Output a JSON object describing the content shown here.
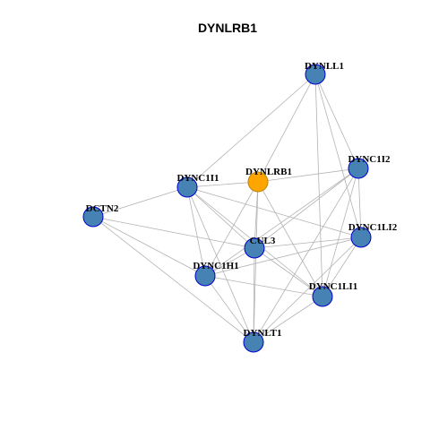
{
  "title": "DYNLRB1",
  "colors": {
    "node_fill": "#4682b4",
    "node_stroke": "#0000cd",
    "highlight_fill": "#ffa500",
    "highlight_stroke": "#b8860b",
    "edge": "#b3b3b3"
  },
  "nodes": [
    {
      "id": "DYNLL1",
      "label": "DYNLL1",
      "highlight": false
    },
    {
      "id": "DYNC1I2",
      "label": "DYNC1I2",
      "highlight": false
    },
    {
      "id": "DYNLRB1",
      "label": "DYNLRB1",
      "highlight": true
    },
    {
      "id": "DYNC1I1",
      "label": "DYNC1I1",
      "highlight": false
    },
    {
      "id": "DCTN2",
      "label": "DCTN2",
      "highlight": false
    },
    {
      "id": "DYNC1LI2",
      "label": "DYNC1LI2",
      "highlight": false
    },
    {
      "id": "CUL3",
      "label": "CUL3",
      "highlight": false
    },
    {
      "id": "DYNC1H1",
      "label": "DYNC1H1",
      "highlight": false
    },
    {
      "id": "DYNC1LI1",
      "label": "DYNC1LI1",
      "highlight": false
    },
    {
      "id": "DYNLT1",
      "label": "DYNLT1",
      "highlight": false
    }
  ],
  "edges": [
    [
      "DYNLL1",
      "DYNC1I1"
    ],
    [
      "DYNLL1",
      "DYNLRB1"
    ],
    [
      "DYNLL1",
      "DYNC1I2"
    ],
    [
      "DYNLL1",
      "DYNC1LI2"
    ],
    [
      "DYNLL1",
      "DYNC1LI1"
    ],
    [
      "DYNC1I2",
      "DYNLRB1"
    ],
    [
      "DYNC1I2",
      "DYNC1LI2"
    ],
    [
      "DYNC1I2",
      "CUL3"
    ],
    [
      "DYNC1I2",
      "DYNC1H1"
    ],
    [
      "DYNC1I2",
      "DYNC1LI1"
    ],
    [
      "DYNC1I2",
      "DYNLT1"
    ],
    [
      "DYNC1I1",
      "DYNLRB1"
    ],
    [
      "DYNC1I1",
      "DCTN2"
    ],
    [
      "DYNC1I1",
      "CUL3"
    ],
    [
      "DYNC1I1",
      "DYNC1H1"
    ],
    [
      "DYNC1I1",
      "DYNC1LI1"
    ],
    [
      "DYNC1I1",
      "DYNLT1"
    ],
    [
      "DYNC1I1",
      "DYNC1LI2"
    ],
    [
      "DCTN2",
      "DYNC1H1"
    ],
    [
      "DCTN2",
      "CUL3"
    ],
    [
      "DCTN2",
      "DYNLT1"
    ],
    [
      "DYNLRB1",
      "CUL3"
    ],
    [
      "DYNLRB1",
      "DYNC1H1"
    ],
    [
      "DYNLRB1",
      "DYNC1LI1"
    ],
    [
      "DYNLRB1",
      "DYNLT1"
    ],
    [
      "DYNC1LI2",
      "CUL3"
    ],
    [
      "DYNC1LI2",
      "DYNC1H1"
    ],
    [
      "DYNC1LI2",
      "DYNC1LI1"
    ],
    [
      "DYNC1LI2",
      "DYNLT1"
    ],
    [
      "CUL3",
      "DYNC1H1"
    ],
    [
      "CUL3",
      "DYNC1LI1"
    ],
    [
      "CUL3",
      "DYNLT1"
    ],
    [
      "DYNC1H1",
      "DYNC1LI1"
    ],
    [
      "DYNC1H1",
      "DYNLT1"
    ],
    [
      "DYNC1LI1",
      "DYNLT1"
    ]
  ]
}
